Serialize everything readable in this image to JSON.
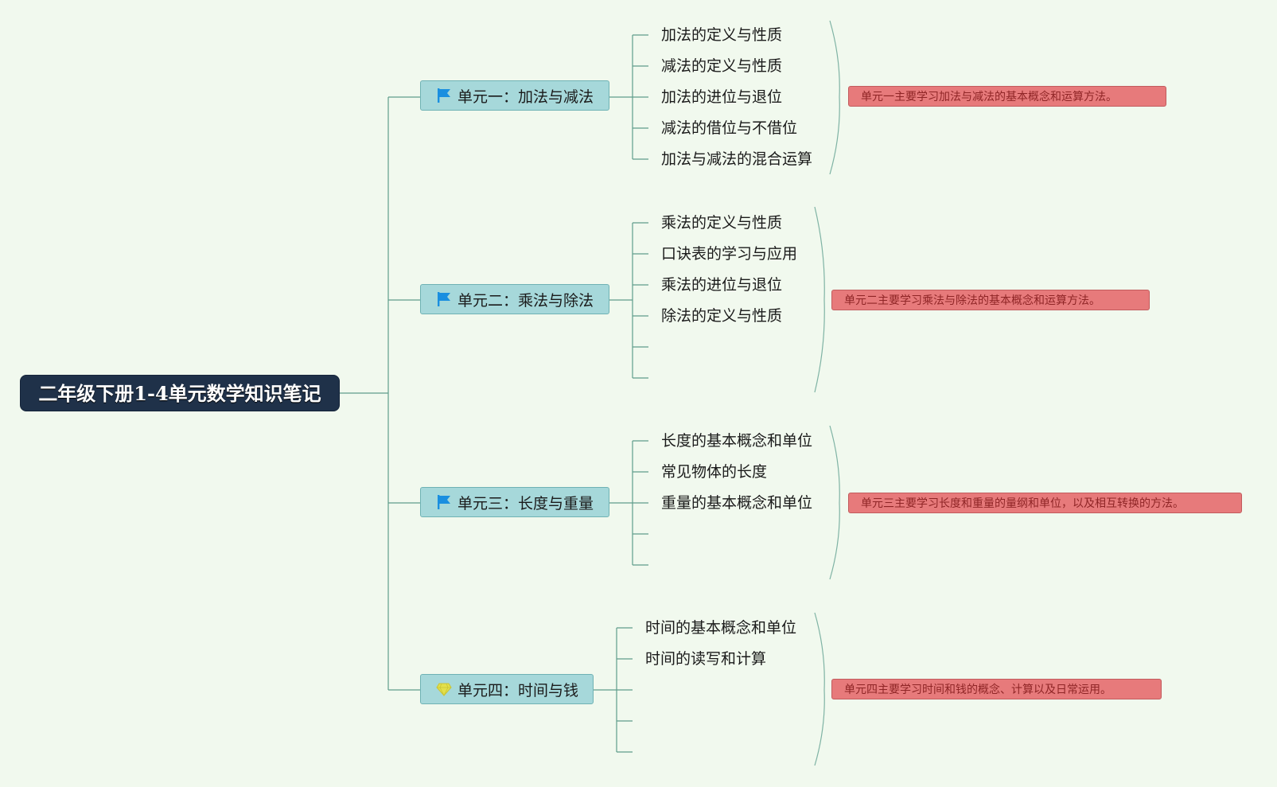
{
  "root": {
    "title": "二年级下册1-4单元数学知识笔记"
  },
  "units": [
    {
      "label": "单元一：加法与减法",
      "icon": "flag-icon",
      "topics": [
        "加法的定义与性质",
        "减法的定义与性质",
        "加法的进位与退位",
        "减法的借位与不借位",
        "加法与减法的混合运算"
      ],
      "note": "单元一主要学习加法与减法的基本概念和运算方法。"
    },
    {
      "label": "单元二：乘法与除法",
      "icon": "flag-icon",
      "topics": [
        "乘法的定义与性质",
        "口诀表的学习与应用",
        "乘法的进位与退位",
        "除法的定义与性质",
        "",
        ""
      ],
      "note": "单元二主要学习乘法与除法的基本概念和运算方法。"
    },
    {
      "label": "单元三：长度与重量",
      "icon": "flag-icon",
      "topics": [
        "长度的基本概念和单位",
        "常见物体的长度",
        "重量的基本概念和单位",
        "",
        ""
      ],
      "note": "单元三主要学习长度和重量的量纲和单位，以及相互转换的方法。"
    },
    {
      "label": "单元四：时间与钱",
      "icon": "gem-icon",
      "topics": [
        "时间的基本概念和单位",
        "时间的读写和计算",
        "",
        "",
        ""
      ],
      "note": "单元四主要学习时间和钱的概念、计算以及日常运用。"
    }
  ],
  "colors": {
    "background": "#f1f9ee",
    "root": "#1f3149",
    "unit": "#a6d8da",
    "note": "#e77a7b",
    "line": "#5f9d8c",
    "flag": "#1a8fe0",
    "gem": "#e3e04a"
  }
}
